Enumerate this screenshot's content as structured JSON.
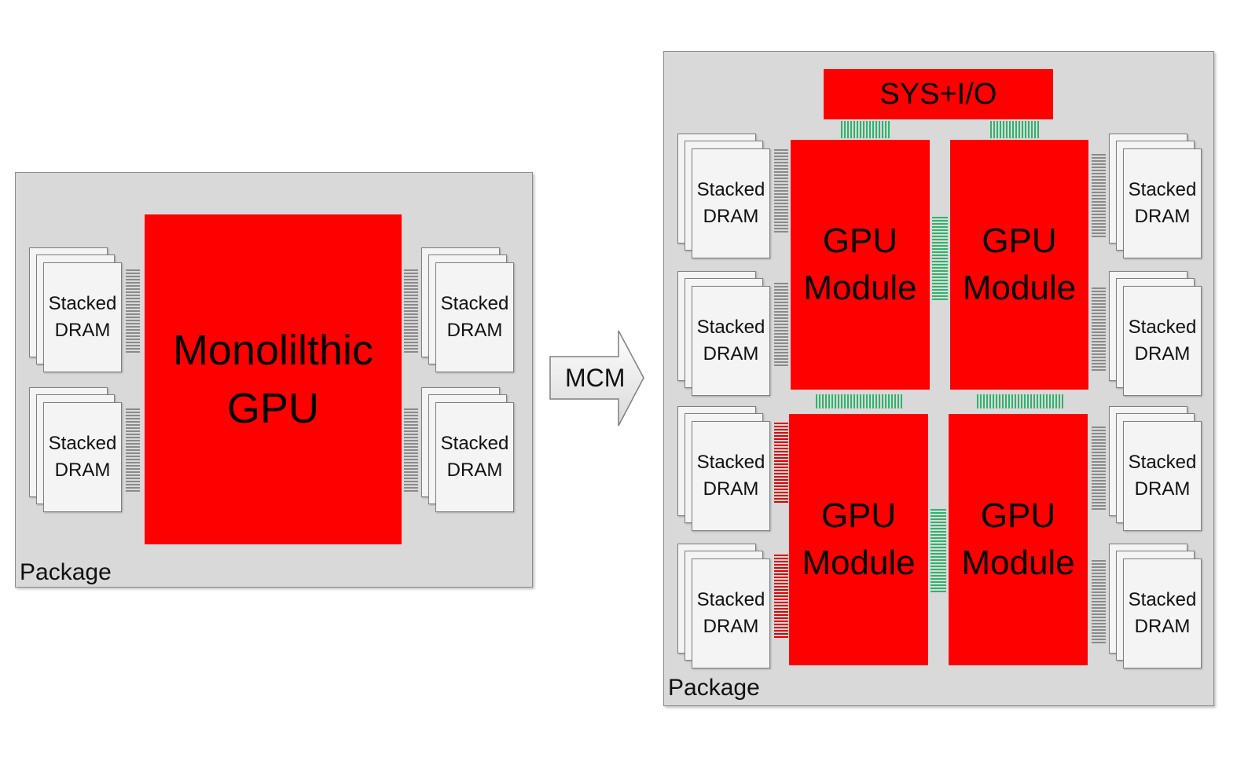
{
  "left_package": {
    "label": "Package",
    "core_label": "Monolilthic\nGPU",
    "dram_label": "Stacked\nDRAM"
  },
  "arrow": {
    "label": "MCM"
  },
  "right_package": {
    "label": "Package",
    "sys_label": "SYS+I/O",
    "module_label": "GPU\nModule",
    "dram_label": "Stacked\nDRAM"
  },
  "colors": {
    "die": "#ff0000",
    "package": "#d9d9d9",
    "interconnect_green": "#2fb36a",
    "interconnect_red": "#e00000",
    "interconnect_gray": "#8a8a8a"
  }
}
